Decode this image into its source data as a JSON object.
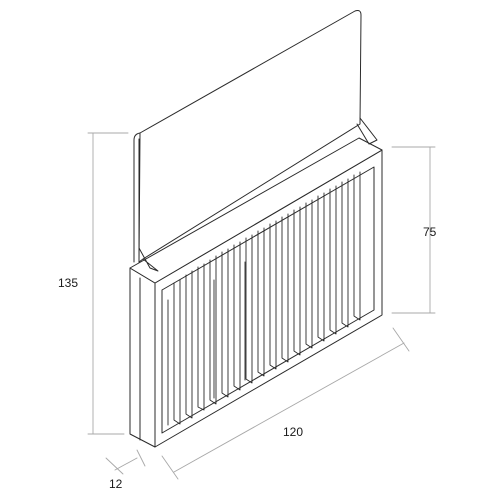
{
  "dimensions": {
    "overall_height": "135",
    "front_height": "75",
    "width": "120",
    "depth": "12"
  },
  "colors": {
    "line": "#2b2b2b",
    "dim_line": "#a8a8a8",
    "fill": "#ffffff"
  }
}
